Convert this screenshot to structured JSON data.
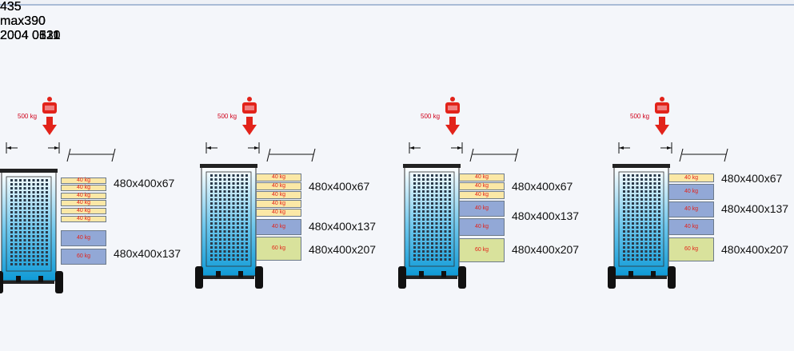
{
  "colors": {
    "drawer_small": "#fbe8a6",
    "drawer_medium": "#92a8d6",
    "drawer_large": "#d9e29c",
    "cart_body": "#1aa3d9",
    "weight_text": "#e2231a",
    "arrow": "#e2231a"
  },
  "carts": [
    {
      "load": "500 kg",
      "width": "435",
      "depth": "max390",
      "code": "2004 0620",
      "drawers": [
        {
          "weight": "40 kg",
          "type": "small"
        },
        {
          "weight": "40 kg",
          "type": "small"
        },
        {
          "weight": "40 kg",
          "type": "small"
        },
        {
          "weight": "40 kg",
          "type": "small"
        },
        {
          "weight": "40 kg",
          "type": "small"
        },
        {
          "weight": "40 kg",
          "type": "small"
        },
        {
          "weight": "40 kg",
          "type": "medium"
        },
        {
          "weight": "60 kg",
          "type": "medium"
        }
      ],
      "labels": [
        "480x400x67",
        "480x400x137"
      ]
    },
    {
      "load": "500 kg",
      "width": "435",
      "depth": "max390",
      "code": "2004 0511",
      "drawers": [
        {
          "weight": "40 kg",
          "type": "small"
        },
        {
          "weight": "40 kg",
          "type": "small"
        },
        {
          "weight": "40 kg",
          "type": "small"
        },
        {
          "weight": "40 kg",
          "type": "small"
        },
        {
          "weight": "40 kg",
          "type": "small"
        },
        {
          "weight": "40 kg",
          "type": "medium"
        },
        {
          "weight": "60 kg",
          "type": "large"
        }
      ],
      "labels": [
        "480x400x67",
        "480x400x137",
        "480x400x207"
      ]
    },
    {
      "load": "500 kg",
      "width": "435",
      "depth": "max390",
      "code": "2004 0321",
      "drawers": [
        {
          "weight": "40 kg",
          "type": "small"
        },
        {
          "weight": "40 kg",
          "type": "small"
        },
        {
          "weight": "40 kg",
          "type": "small"
        },
        {
          "weight": "40 kg",
          "type": "medium"
        },
        {
          "weight": "40 kg",
          "type": "medium"
        },
        {
          "weight": "60 kg",
          "type": "large"
        }
      ],
      "labels": [
        "480x400x67",
        "480x400x137",
        "480x400x207"
      ]
    },
    {
      "load": "500 kg",
      "width": "435",
      "depth": "max390",
      "code": "2004 0131",
      "drawers": [
        {
          "weight": "40 kg",
          "type": "small"
        },
        {
          "weight": "40 kg",
          "type": "medium"
        },
        {
          "weight": "40 kg",
          "type": "medium"
        },
        {
          "weight": "40 kg",
          "type": "medium"
        },
        {
          "weight": "60 kg",
          "type": "large"
        }
      ],
      "labels": [
        "480x400x67",
        "480x400x137",
        "480x400x207"
      ]
    }
  ]
}
